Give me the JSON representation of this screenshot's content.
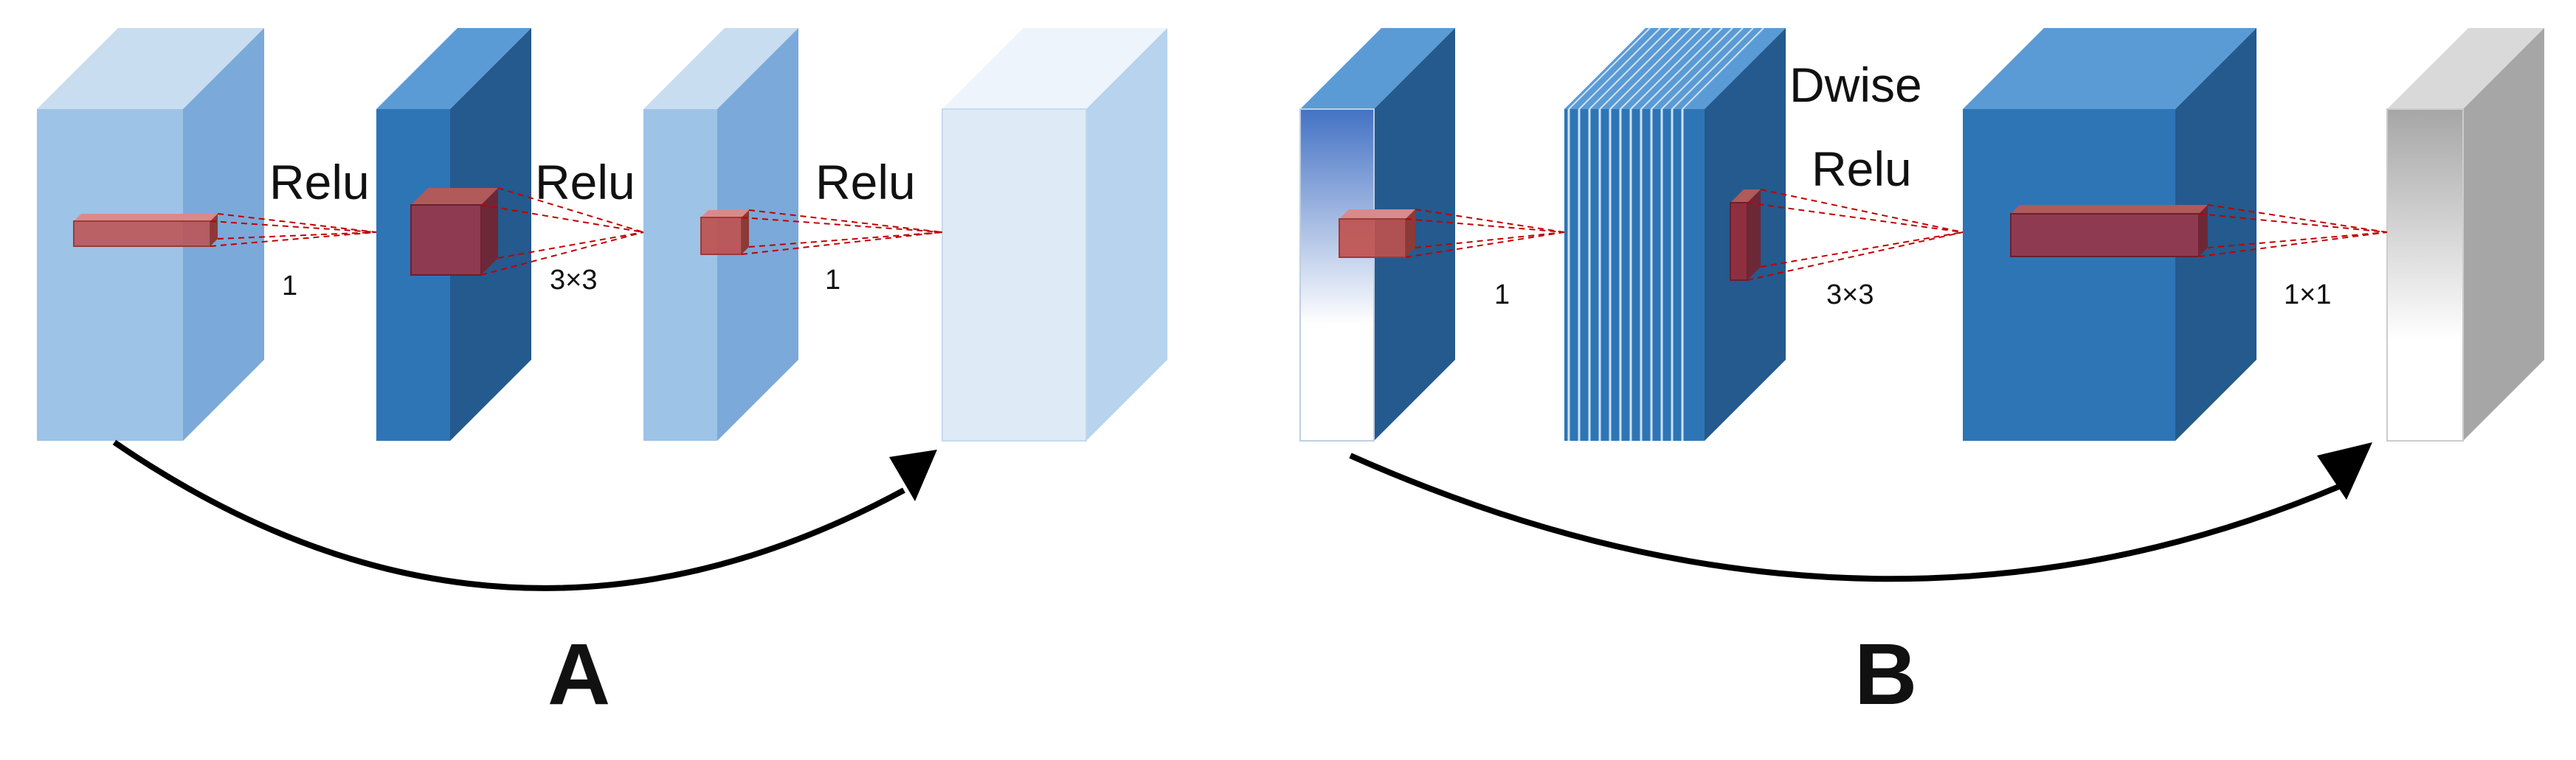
{
  "diagram": {
    "panel_a": {
      "label": "A",
      "activations": [
        "Relu",
        "Relu",
        "Relu"
      ],
      "kernel_sizes": [
        "1",
        "3×3",
        "1"
      ]
    },
    "panel_b": {
      "label": "B",
      "depthwise_label": "Dwise",
      "activation": "Relu",
      "kernel_sizes": [
        "1",
        "3×3",
        "1×1"
      ]
    }
  },
  "colors": {
    "light_blue": "#9dc3e6",
    "mid_blue": "#2e75b6",
    "pale_blue": "#deebf7",
    "dark_blue_side": "#1f4e79",
    "kernel_red": "#c0504d",
    "gray": "#bfbfbf"
  }
}
